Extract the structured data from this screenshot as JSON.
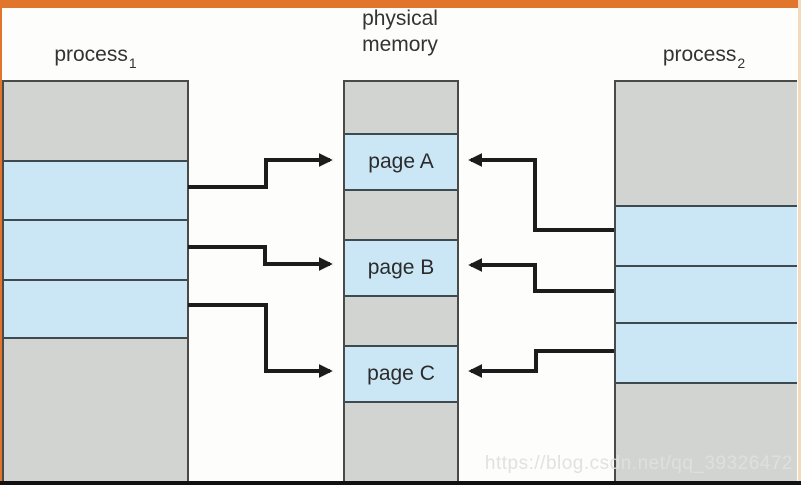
{
  "title_labels": {
    "process1": {
      "text": "process",
      "sub": "1"
    },
    "physical_memory": {
      "line1": "physical",
      "line2": "memory"
    },
    "process2": {
      "text": "process",
      "sub": "2"
    }
  },
  "columns": {
    "process1": {
      "segments": [
        {
          "kind": "private"
        },
        {
          "kind": "shared"
        },
        {
          "kind": "shared"
        },
        {
          "kind": "shared"
        },
        {
          "kind": "private"
        }
      ]
    },
    "physical_memory": {
      "segments": [
        {
          "kind": "free"
        },
        {
          "kind": "page",
          "label": "page A"
        },
        {
          "kind": "free"
        },
        {
          "kind": "page",
          "label": "page B"
        },
        {
          "kind": "free"
        },
        {
          "kind": "page",
          "label": "page C"
        },
        {
          "kind": "free"
        }
      ]
    },
    "process2": {
      "segments": [
        {
          "kind": "private"
        },
        {
          "kind": "shared"
        },
        {
          "kind": "shared"
        },
        {
          "kind": "shared"
        },
        {
          "kind": "private"
        }
      ]
    }
  },
  "connections": [
    {
      "from": "process1.shared-segment-1",
      "to": "page A"
    },
    {
      "from": "process1.shared-segment-2",
      "to": "page B"
    },
    {
      "from": "process1.shared-segment-3",
      "to": "page C"
    },
    {
      "from": "process2.shared-segment-1",
      "to": "page A"
    },
    {
      "from": "process2.shared-segment-2",
      "to": "page B"
    },
    {
      "from": "process2.shared-segment-3",
      "to": "page C"
    }
  ],
  "watermark": "https://blog.csdn.net/qq_39326472",
  "colors": {
    "accent_orange": "#e1752c",
    "segment_gray": "#d2d4d2",
    "segment_blue": "#cbe7f6",
    "arrow_black": "#1c1c1c",
    "text": "#2f2f2f",
    "background": "#fdfdfc",
    "watermark_gray": "#dfdfdf"
  }
}
